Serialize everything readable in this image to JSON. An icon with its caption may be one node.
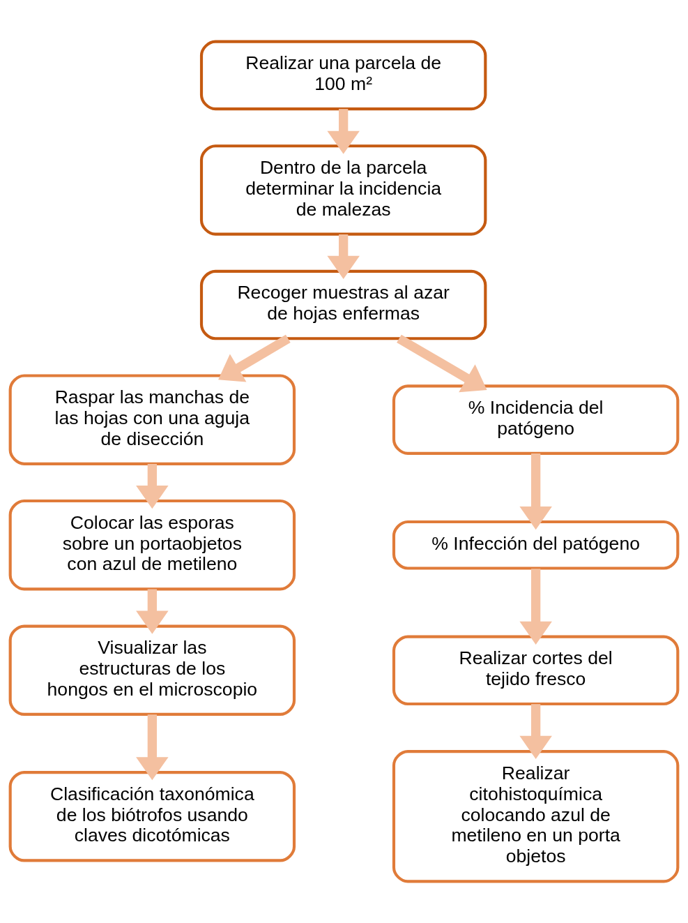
{
  "diagram": {
    "nodes": [
      {
        "text": [
          "Realizar una parcela de 100 m²"
        ]
      },
      {
        "text": [
          "Dentro de la parcela determinar la incidencia de malezas"
        ]
      },
      {
        "text": [
          "Recoger muestras al azar de hojas enfermas"
        ]
      },
      {
        "text": [
          "Raspar las manchas de las hojas con una aguja de disección"
        ]
      },
      {
        "text": [
          "Colocar las esporas sobre un portaobjetos con azul de metileno"
        ]
      },
      {
        "text": [
          "Visualizar las estructuras de los hongos en el microscopio"
        ]
      },
      {
        "text": [
          "Clasificación taxonómica de los biótrofos usando claves dicotómicas"
        ]
      },
      {
        "text": [
          "% Incidencia del patógeno"
        ]
      },
      {
        "text": [
          "% Infección del patógeno"
        ]
      },
      {
        "text": [
          "Realizar cortes del tejido fresco"
        ]
      },
      {
        "text": [
          "Realizar citohistoquímica colocando azul de metileno en un porta objetos"
        ]
      }
    ],
    "edges": [
      {
        "from": 0,
        "to": 1,
        "arrow": "to"
      },
      {
        "from": 1,
        "to": 2,
        "arrow": "to"
      },
      {
        "from": 2,
        "to": 3,
        "arrow": "to"
      },
      {
        "from": 2,
        "to": 7,
        "arrow": "to"
      },
      {
        "from": 3,
        "to": 4,
        "arrow": "to"
      },
      {
        "from": 4,
        "to": 5,
        "arrow": "to"
      },
      {
        "from": 5,
        "to": 6,
        "arrow": "to"
      },
      {
        "from": 7,
        "to": 8,
        "arrow": "to"
      },
      {
        "from": 8,
        "to": 9,
        "arrow": "to"
      },
      {
        "from": 9,
        "to": 10,
        "arrow": "to"
      }
    ]
  }
}
